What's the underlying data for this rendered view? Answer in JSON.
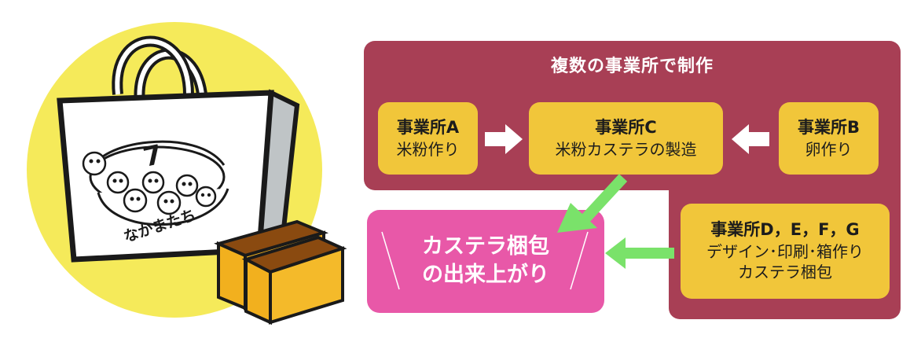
{
  "panel": {
    "title": "複数の事業所で制作"
  },
  "boxes": {
    "a": {
      "title": "事業所A",
      "desc": "米粉作り"
    },
    "c": {
      "title": "事業所C",
      "desc": "米粉カステラの製造"
    },
    "b": {
      "title": "事業所B",
      "desc": "卵作り"
    },
    "d": {
      "title": "事業所D，E，F，G",
      "line1": "デザイン･印刷･箱作り",
      "line2": "カステラ梱包"
    }
  },
  "result": {
    "line1": "カステラ梱包",
    "line2": "の出来上がり"
  },
  "illustration": {
    "label": "なかまたち",
    "bag_mark": "7"
  },
  "colors": {
    "panel": "#a83f55",
    "box": "#f1c63a",
    "result": "#e858a8",
    "arrow_white": "#ffffff",
    "arrow_green": "#7ae26a",
    "circle": "#f5ea5a",
    "castella": "#f2b01e",
    "castella_top": "#8a4a10"
  }
}
